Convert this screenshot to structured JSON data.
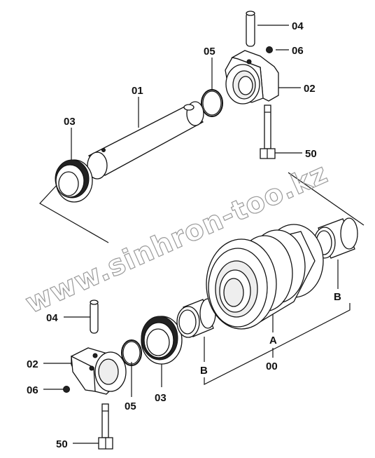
{
  "labels": {
    "pin_top": "04",
    "ring_top": "05",
    "plug_top": "06",
    "bracket_top": "02",
    "shaft": "01",
    "seal_top": "03",
    "bolt_top": "50",
    "pin_bottom": "04",
    "bracket_bottom": "02",
    "plug_bottom": "06",
    "bolt_bottom": "50",
    "ring_bottom": "05",
    "seal_bottom": "03",
    "bushing_left": "B",
    "bushing_right": "B",
    "roller_body": "A",
    "roller_assembly": "00"
  },
  "watermark": "www.sinhron-too.kz"
}
